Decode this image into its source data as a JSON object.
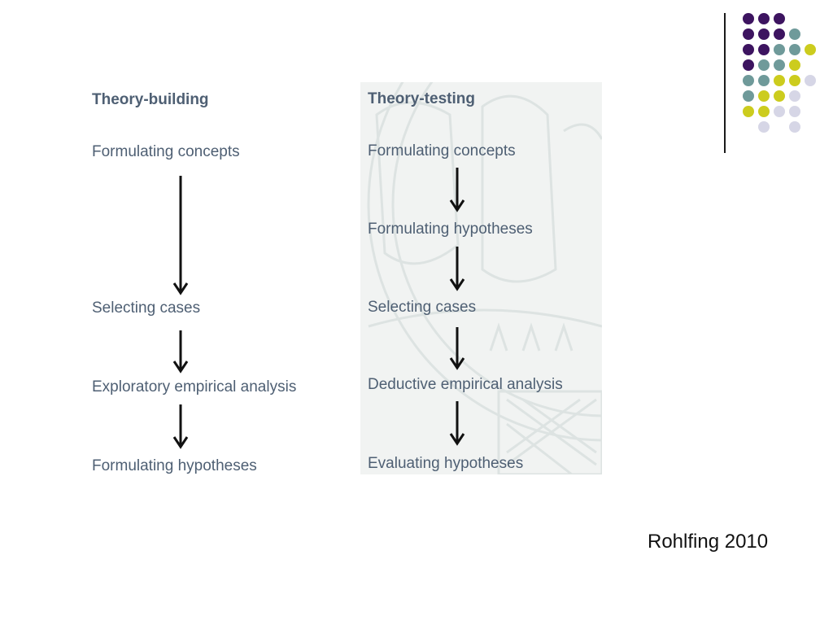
{
  "left": {
    "title": "Theory-building",
    "steps": [
      "Formulating concepts",
      "Selecting cases",
      "Exploratory empirical analysis",
      "Formulating hypotheses"
    ]
  },
  "right": {
    "title": "Theory-testing",
    "steps": [
      "Formulating concepts",
      "Formulating hypotheses",
      "Selecting cases",
      "Deductive empirical analysis",
      "Evaluating hypotheses"
    ]
  },
  "caption": "Rohlfing 2010",
  "colors": {
    "text": "#4e5f73",
    "purple": "#3d1460",
    "teal": "#6f9a9a",
    "yellow": "#cccc1e",
    "lavender": "#d6d6e6"
  }
}
